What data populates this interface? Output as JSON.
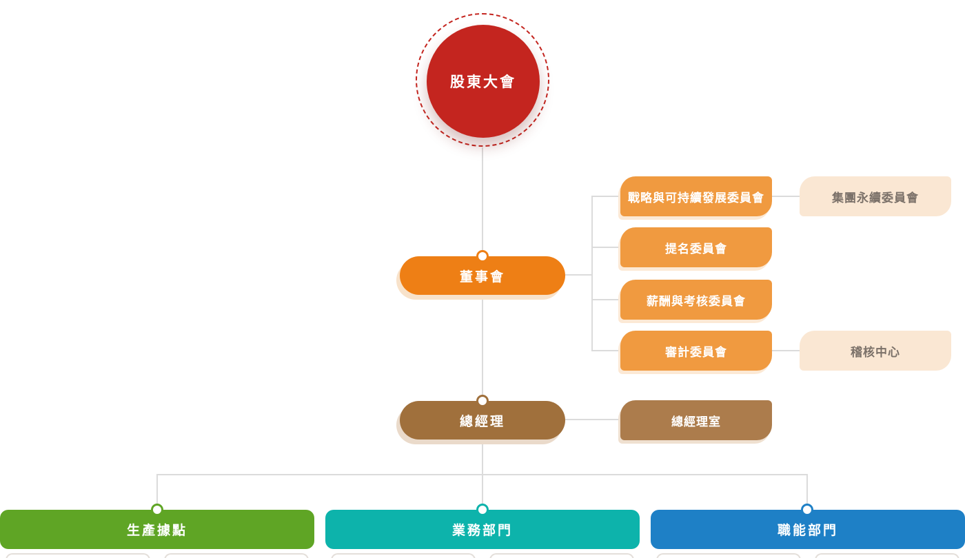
{
  "org_chart": {
    "nodes": {
      "shareholders": "股東大會",
      "board": "董事會",
      "committee_strategy": "戰略與可持續發展委員會",
      "committee_strategy_sub": "集團永續委員會",
      "committee_nomination": "提名委員會",
      "committee_compensation": "薪酬與考核委員會",
      "committee_audit": "審計委員會",
      "committee_audit_sub": "稽核中心",
      "general_manager": "總經理",
      "general_manager_office": "總經理室",
      "division_production": "生產據點",
      "division_business": "業務部門",
      "division_functional": "職能部門"
    },
    "colors": {
      "red": "#C4251F",
      "orange": "#EE7F15",
      "light_orange": "#F09A40",
      "cream": "#FAE7D3",
      "brown": "#A0703C",
      "light_brown": "#AC7C4C",
      "green": "#5FA525",
      "teal": "#0DB3AB",
      "blue": "#1E80C6",
      "line": "#DBDBDB"
    }
  }
}
